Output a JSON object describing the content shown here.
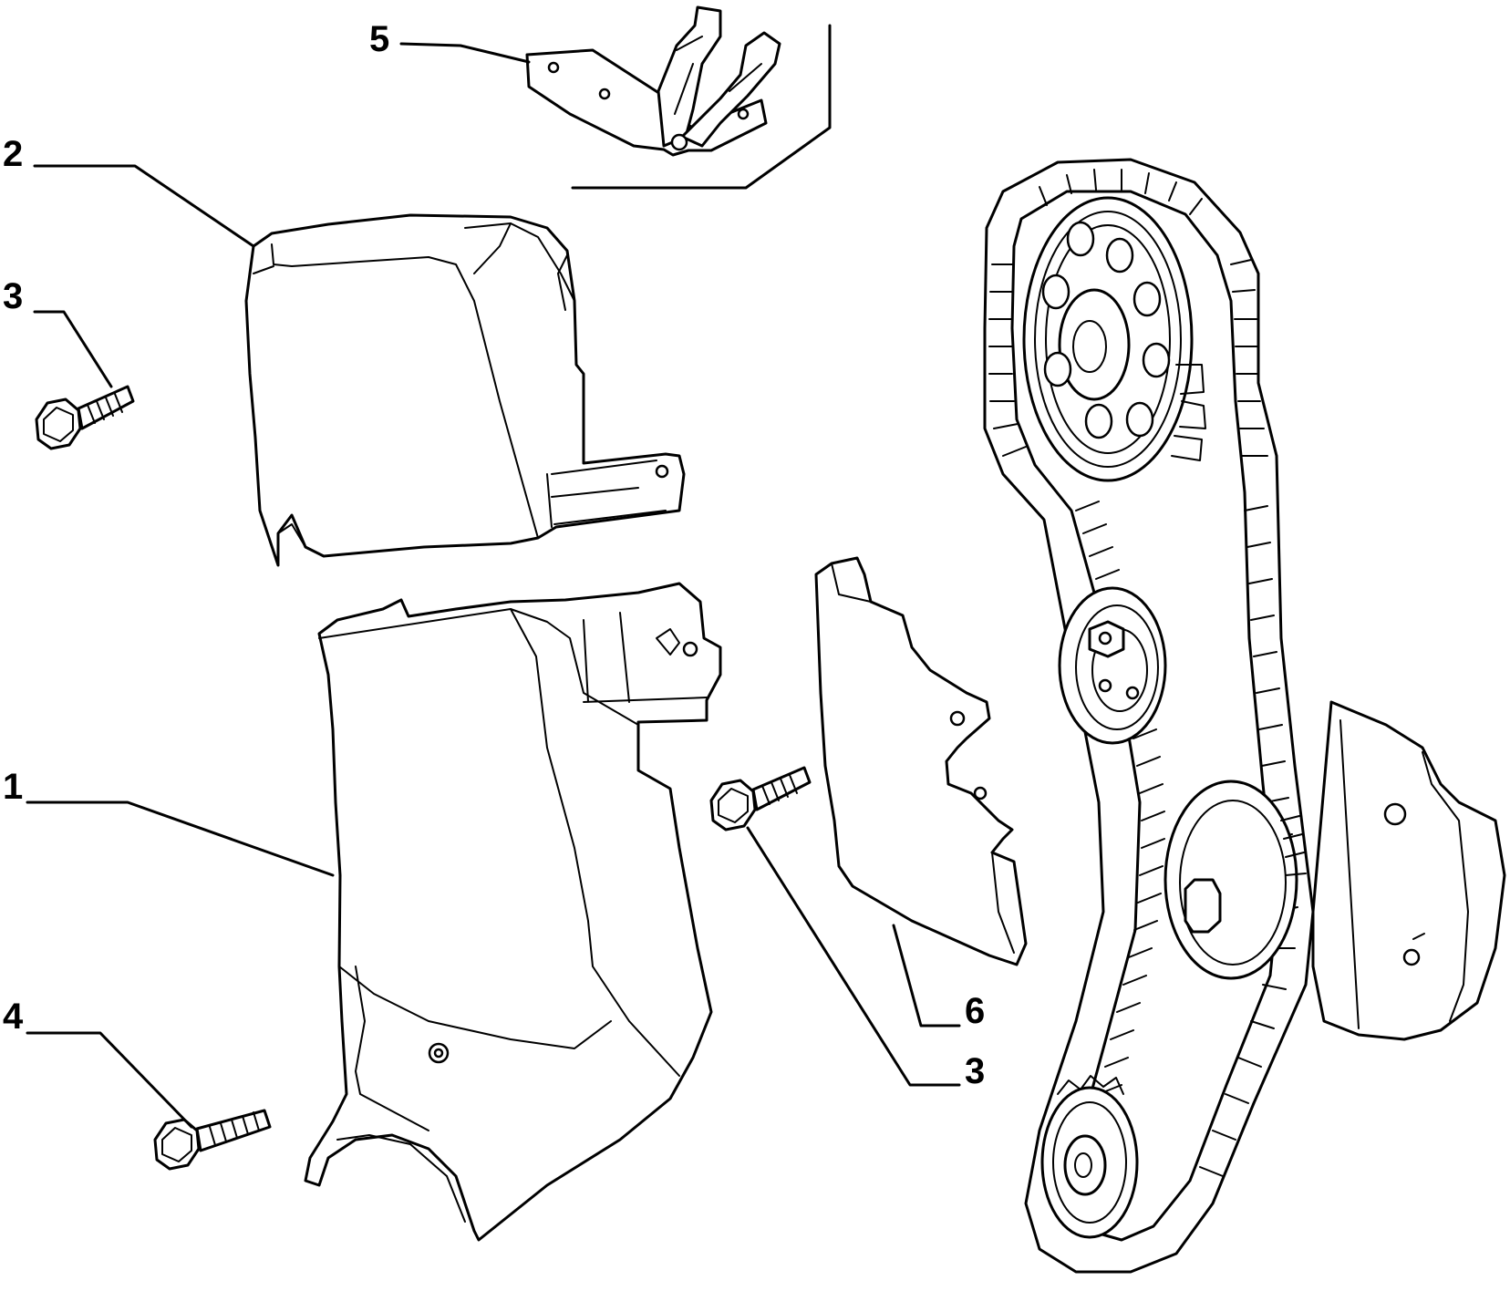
{
  "callouts": {
    "c1": "1",
    "c2": "2",
    "c3a": "3",
    "c3b": "3",
    "c4": "4",
    "c5": "5",
    "c6": "6"
  },
  "colors": {
    "line": "#000000",
    "background": "#ffffff"
  }
}
